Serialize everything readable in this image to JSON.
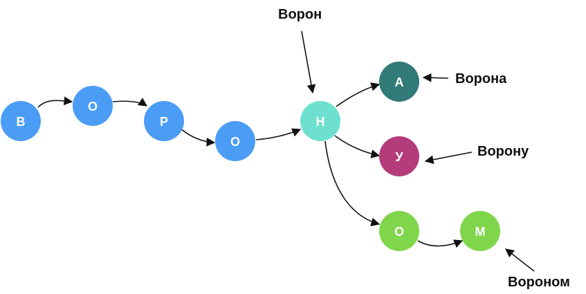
{
  "nodes": [
    {
      "id": "n-v",
      "letter": "В",
      "color": "#4b9cf5"
    },
    {
      "id": "n-o1",
      "letter": "О",
      "color": "#4b9cf5"
    },
    {
      "id": "n-r",
      "letter": "Р",
      "color": "#4b9cf5"
    },
    {
      "id": "n-o2",
      "letter": "О",
      "color": "#4b9cf5"
    },
    {
      "id": "n-n",
      "letter": "Н",
      "color": "#6ee0cf"
    },
    {
      "id": "n-a",
      "letter": "А",
      "color": "#327a77"
    },
    {
      "id": "n-u",
      "letter": "У",
      "color": "#b43c7a"
    },
    {
      "id": "n-o3",
      "letter": "О",
      "color": "#7fd64a"
    },
    {
      "id": "n-m",
      "letter": "М",
      "color": "#7fd64a"
    }
  ],
  "labels": {
    "voron": "Ворон",
    "vorona": "Ворона",
    "voronu": "Ворону",
    "voronom": "Вороном"
  }
}
